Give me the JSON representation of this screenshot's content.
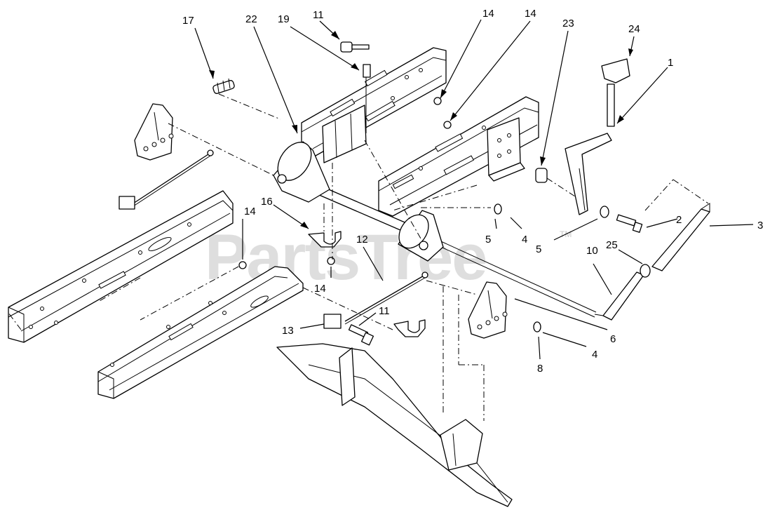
{
  "watermark": {
    "text": "PartsTree",
    "tm": "TM"
  },
  "callouts": [
    {
      "id": "c17",
      "label": "17"
    },
    {
      "id": "c22",
      "label": "22"
    },
    {
      "id": "c19",
      "label": "19"
    },
    {
      "id": "c11a",
      "label": "11"
    },
    {
      "id": "c14a",
      "label": "14"
    },
    {
      "id": "c14b",
      "label": "14"
    },
    {
      "id": "c23",
      "label": "23"
    },
    {
      "id": "c24",
      "label": "24"
    },
    {
      "id": "c1",
      "label": "1"
    },
    {
      "id": "c2",
      "label": "2"
    },
    {
      "id": "c3",
      "label": "3"
    },
    {
      "id": "c5a",
      "label": "5"
    },
    {
      "id": "c4a",
      "label": "4"
    },
    {
      "id": "c5b",
      "label": "5"
    },
    {
      "id": "c25",
      "label": "25"
    },
    {
      "id": "c10",
      "label": "10"
    },
    {
      "id": "c16",
      "label": "16"
    },
    {
      "id": "c14c",
      "label": "14"
    },
    {
      "id": "c14d",
      "label": "14"
    },
    {
      "id": "c12",
      "label": "12"
    },
    {
      "id": "c11b",
      "label": "11"
    },
    {
      "id": "c13",
      "label": "13"
    },
    {
      "id": "c6",
      "label": "6"
    },
    {
      "id": "c4b",
      "label": "4"
    },
    {
      "id": "c8",
      "label": "8"
    }
  ]
}
